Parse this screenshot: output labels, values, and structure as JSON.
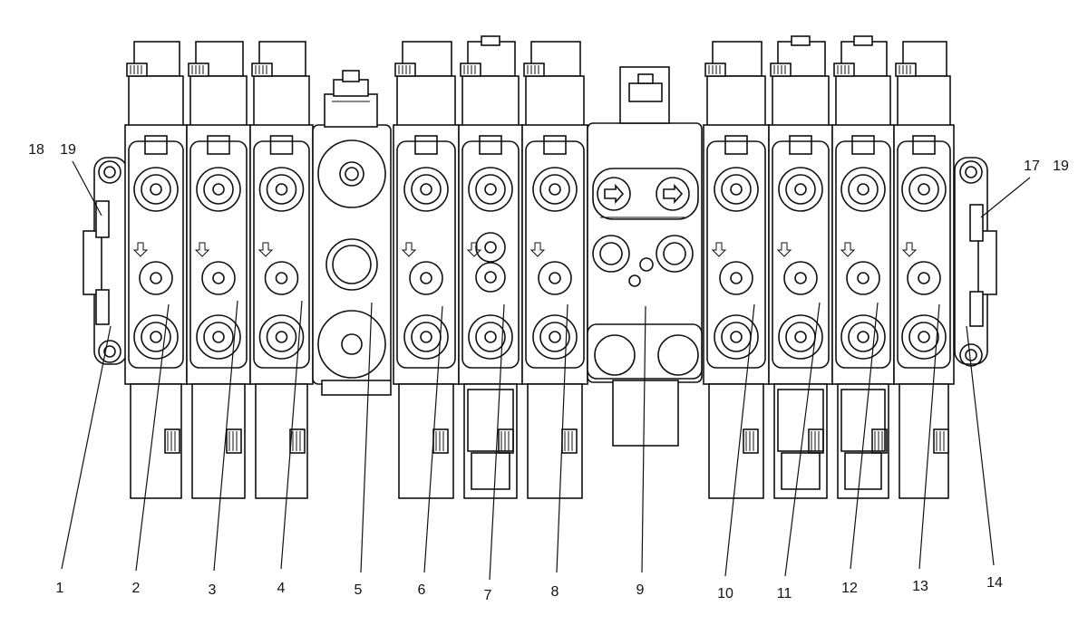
{
  "diagram": {
    "callouts": {
      "1": "1",
      "2": "2",
      "3": "3",
      "4": "4",
      "5": "5",
      "6": "6",
      "7": "7",
      "8": "8",
      "9": "9",
      "10": "10",
      "11": "11",
      "12": "12",
      "13": "13",
      "14": "14",
      "17": "17",
      "18": "18",
      "19_left": "19",
      "19_right": "19"
    }
  }
}
